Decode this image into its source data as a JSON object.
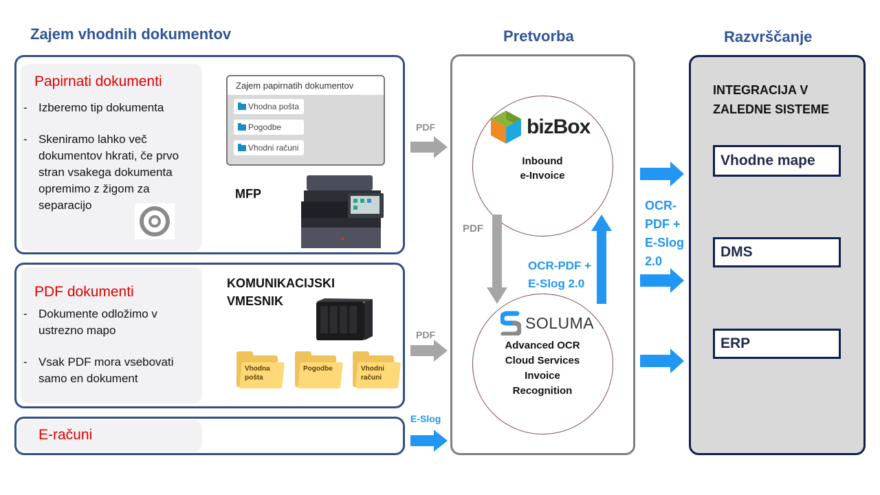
{
  "headers": {
    "capture": "Zajem vhodnih dokumentov",
    "conversion": "Pretvorba",
    "sorting": "Razvrščanje"
  },
  "paper": {
    "title": "Papirnati dokumenti",
    "bullets": [
      "Izberemo  tip dokumenta",
      "Skeniramo lahko več dokumentov hkrati, če prvo stran vsakega  dokumenta opremimo z žigom za separacijo"
    ],
    "scan_ui": {
      "header": "Zajem papirnatih dokumentov",
      "items": [
        "Vhodna pošta",
        "Pogodbe",
        "Vhodni računi"
      ]
    },
    "device_label": "MFP"
  },
  "pdf_docs": {
    "title": "PDF dokumenti",
    "bullets": [
      "Dokumente odložimo v ustrezno mapo",
      "Vsak PDF mora vsebovati samo en dokument"
    ],
    "device_label_line1": "KOMUNIKACIJSKI",
    "device_label_line2": "VMESNIK",
    "folders": [
      {
        "line1": "Vhodna",
        "line2": "pošta"
      },
      {
        "line1": "Pogodbe",
        "line2": ""
      },
      {
        "line1": "Vhodni",
        "line2": "računi"
      }
    ]
  },
  "einvoice": {
    "title": "E-računi"
  },
  "flows": {
    "paper_to_conversion": "PDF",
    "pdf_to_conversion": "PDF",
    "einvoice_to_conversion": "E-Slog",
    "bizbox_to_soluma": "PDF",
    "soluma_to_bizbox_line1": "OCR-PDF  +",
    "soluma_to_bizbox_line2": "E-Slog  2.0",
    "conversion_to_sorting": [
      "OCR-",
      "PDF +",
      "E-Slog",
      "2.0"
    ]
  },
  "bizbox": {
    "logo_text_light": "biz",
    "logo_text_bold": "Box",
    "line1": "Inbound",
    "line2": "e-Invoice"
  },
  "soluma": {
    "logo_text": "SOLUMA",
    "lines": [
      "Advanced OCR",
      "Cloud Services",
      "Invoice",
      "Recognition"
    ]
  },
  "integration": {
    "title_line1": "INTEGRACIJA V",
    "title_line2": "ZALEDNE SISTEME",
    "targets": [
      "Vhodne mape",
      "DMS",
      "ERP"
    ]
  },
  "colors": {
    "header_blue": "#2f5597",
    "red_title": "#e00000",
    "flow_blue": "#2196f3",
    "flow_gray": "#a6a6a6",
    "dark_navy": "#0e1f4d"
  }
}
